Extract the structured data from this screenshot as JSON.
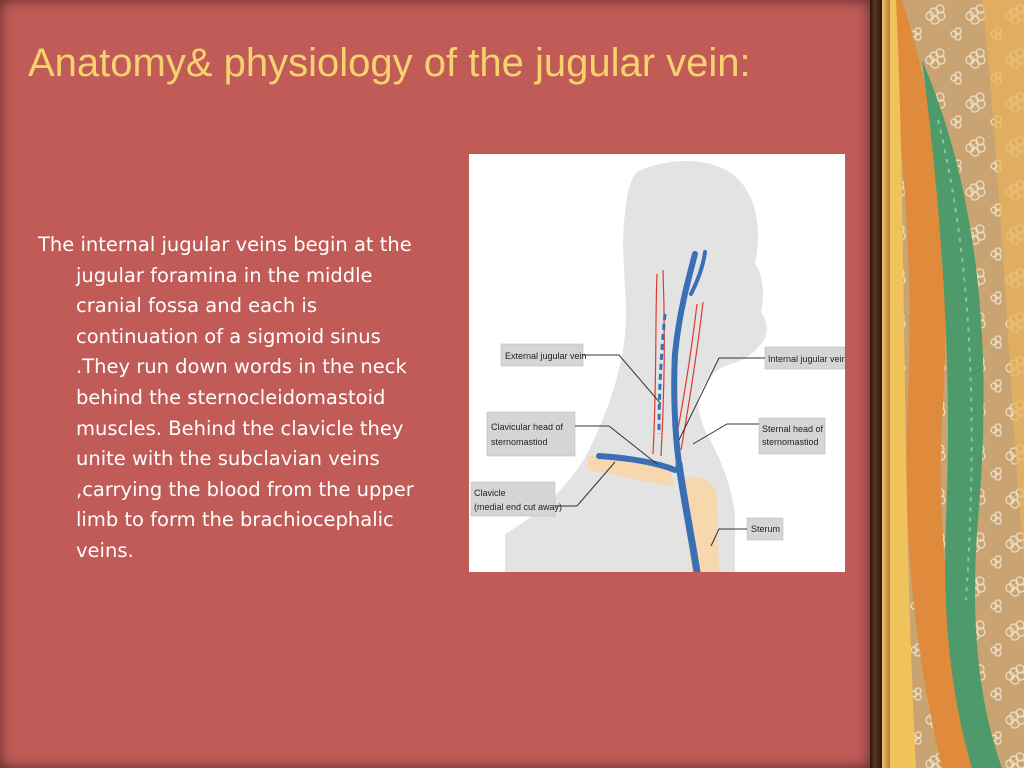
{
  "slide": {
    "title": "Anatomy& physiology of the jugular vein:",
    "body": "The internal jugular veins begin at the jugular foramina in the  middle cranial fossa and each is continuation of a sigmoid sinus .They run down words in the neck behind the sternocleidomastoid muscles. Behind the clavicle they unite with the subclavian veins ,carrying the blood from the upper limb to form the brachiocephalic veins."
  },
  "figure": {
    "labels": {
      "external_jugular_vein": "External jugular vein",
      "internal_jugular_vein": "Internal jugular vein",
      "clavicular_head_1": "Clavicular head of",
      "clavicular_head_2": "sternomastiod",
      "sternal_head_1": "Sternal head of",
      "sternal_head_2": "sternomastiod",
      "clavicle_1": "Clavicle",
      "clavicle_2": "(medial end cut away)",
      "sternum": "Sterum"
    },
    "colors": {
      "vein": "#3a6fb5",
      "muscle": "#e03a2e",
      "bone": "#f7d7ad",
      "skin": "#e3e3e3"
    }
  },
  "theme": {
    "slide_background": "#c15b58",
    "title_color": "#f6d26e",
    "text_color": "#ffffff",
    "panel_colors": [
      "#c9a472",
      "#4e9a6a",
      "#e08a3c",
      "#f0c35a"
    ]
  }
}
